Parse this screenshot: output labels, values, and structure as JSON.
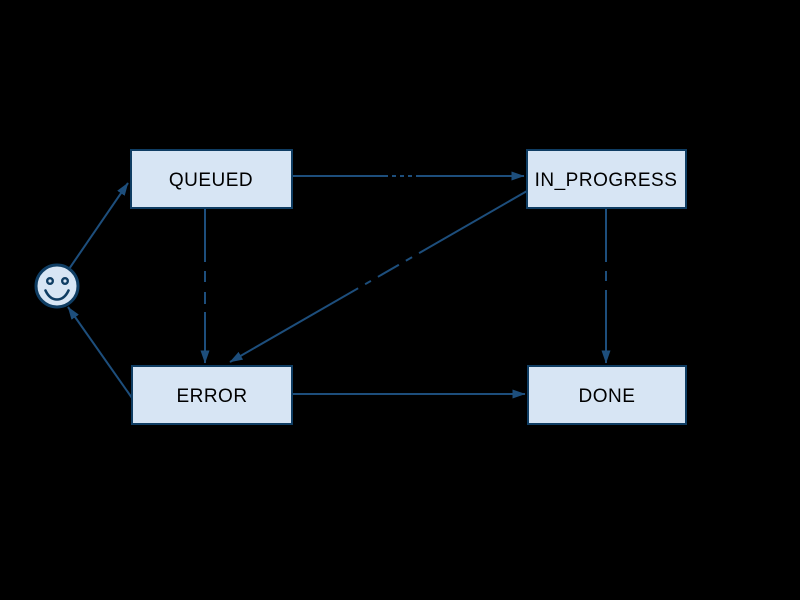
{
  "diagram": {
    "kind": "state-machine",
    "start_icon": "smiley-face-icon",
    "nodes": [
      {
        "id": "queued",
        "label": "QUEUED"
      },
      {
        "id": "in_progress",
        "label": "IN_PROGRESS"
      },
      {
        "id": "error",
        "label": "ERROR"
      },
      {
        "id": "done",
        "label": "DONE"
      }
    ],
    "edges": [
      {
        "from": "start",
        "to": "QUEUED"
      },
      {
        "from": "QUEUED",
        "to": "IN_PROGRESS"
      },
      {
        "from": "QUEUED",
        "to": "ERROR"
      },
      {
        "from": "IN_PROGRESS",
        "to": "ERROR"
      },
      {
        "from": "IN_PROGRESS",
        "to": "DONE"
      },
      {
        "from": "ERROR",
        "to": "DONE"
      },
      {
        "from": "ERROR",
        "to": "start"
      }
    ],
    "colors": {
      "background": "#000000",
      "node_fill": "#d7e5f4",
      "node_border": "#0f3d63",
      "edge": "#1d4e7c",
      "node_text": "#000000"
    }
  }
}
